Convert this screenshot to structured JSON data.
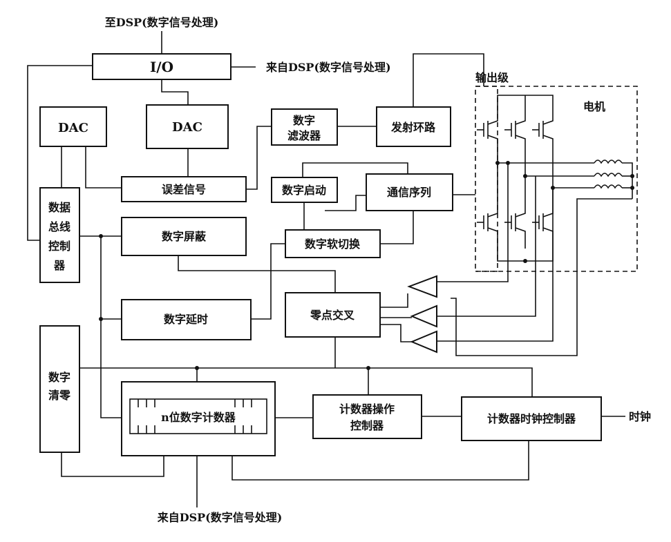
{
  "labels": {
    "to_dsp": "至DSP(数字信号处理)",
    "from_dsp_right": "来自DSP(数字信号处理)",
    "from_dsp_bottom": "来自DSP(数字信号处理)",
    "output_stage": "输出级",
    "motor": "电机",
    "clock": "时钟"
  },
  "blocks": {
    "io": "I/O",
    "dac_left": "DAC",
    "dac_right": "DAC",
    "digital_filter": [
      "数字",
      "滤波器"
    ],
    "transmit_loop": "发射环路",
    "error_signal": "误差信号",
    "digital_start": "数字启动",
    "comm_sequence": "通信序列",
    "data_bus_controller": [
      "数据",
      "总线",
      "控制",
      "器"
    ],
    "digital_mask": "数字屏蔽",
    "digital_soft_switch": "数字软切换",
    "digital_delay": "数字延时",
    "zero_crossing": "零点交叉",
    "digital_clear": [
      "数字",
      "清零"
    ],
    "n_bit_counter": "n位数字计数器",
    "counter_op_controller": [
      "计数器操作",
      "控制器"
    ],
    "counter_clock_controller": "计数器时钟控制器"
  }
}
